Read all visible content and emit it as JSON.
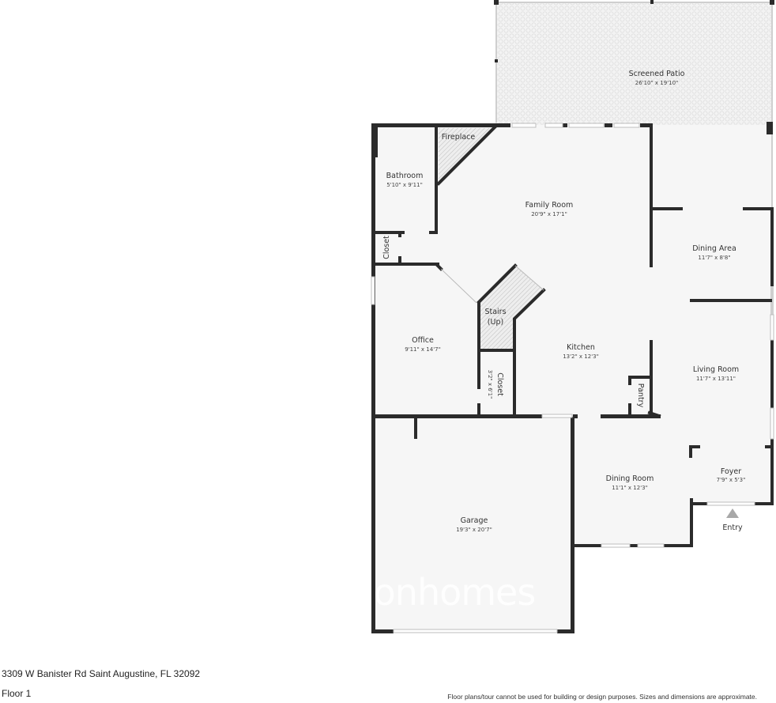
{
  "rooms": [
    {
      "id": "screened-patio",
      "name": "Screened Patio",
      "dims": "26'10\" x 19'10\""
    },
    {
      "id": "fireplace",
      "name": "Fireplace",
      "dims": ""
    },
    {
      "id": "bathroom",
      "name": "Bathroom",
      "dims": "5'10\" x 9'11\""
    },
    {
      "id": "family-room",
      "name": "Family Room",
      "dims": "20'9\" x 17'1\""
    },
    {
      "id": "closet-1",
      "name": "Closet",
      "dims": ""
    },
    {
      "id": "dining-area",
      "name": "Dining Area",
      "dims": "11'7\" x 8'8\""
    },
    {
      "id": "stairs",
      "name": "Stairs",
      "name2": "(Up)",
      "dims": ""
    },
    {
      "id": "office",
      "name": "Office",
      "dims": "9'11\" x 14'7\""
    },
    {
      "id": "kitchen",
      "name": "Kitchen",
      "dims": "13'2\" x 12'3\""
    },
    {
      "id": "closet-2",
      "name": "Closet",
      "dims": "3'2\" x 6'1\""
    },
    {
      "id": "pantry",
      "name": "Pantry",
      "dims": ""
    },
    {
      "id": "living-room",
      "name": "Living Room",
      "dims": "11'7\" x 13'11\""
    },
    {
      "id": "foyer",
      "name": "Foyer",
      "dims": "7'9\" x 5'3\""
    },
    {
      "id": "dining-room",
      "name": "Dining Room",
      "dims": "11'1\" x 12'3\""
    },
    {
      "id": "garage",
      "name": "Garage",
      "dims": "19'3\" x 20'7\""
    }
  ],
  "entry_label": "Entry",
  "watermark": "onhomes",
  "footer": {
    "address": "3309 W Banister Rd Saint Augustine, FL 32092",
    "floor": "Floor 1",
    "disclaimer": "Floor plans/tour cannot be used for building or design purposes. Sizes and dimensions are approximate."
  }
}
